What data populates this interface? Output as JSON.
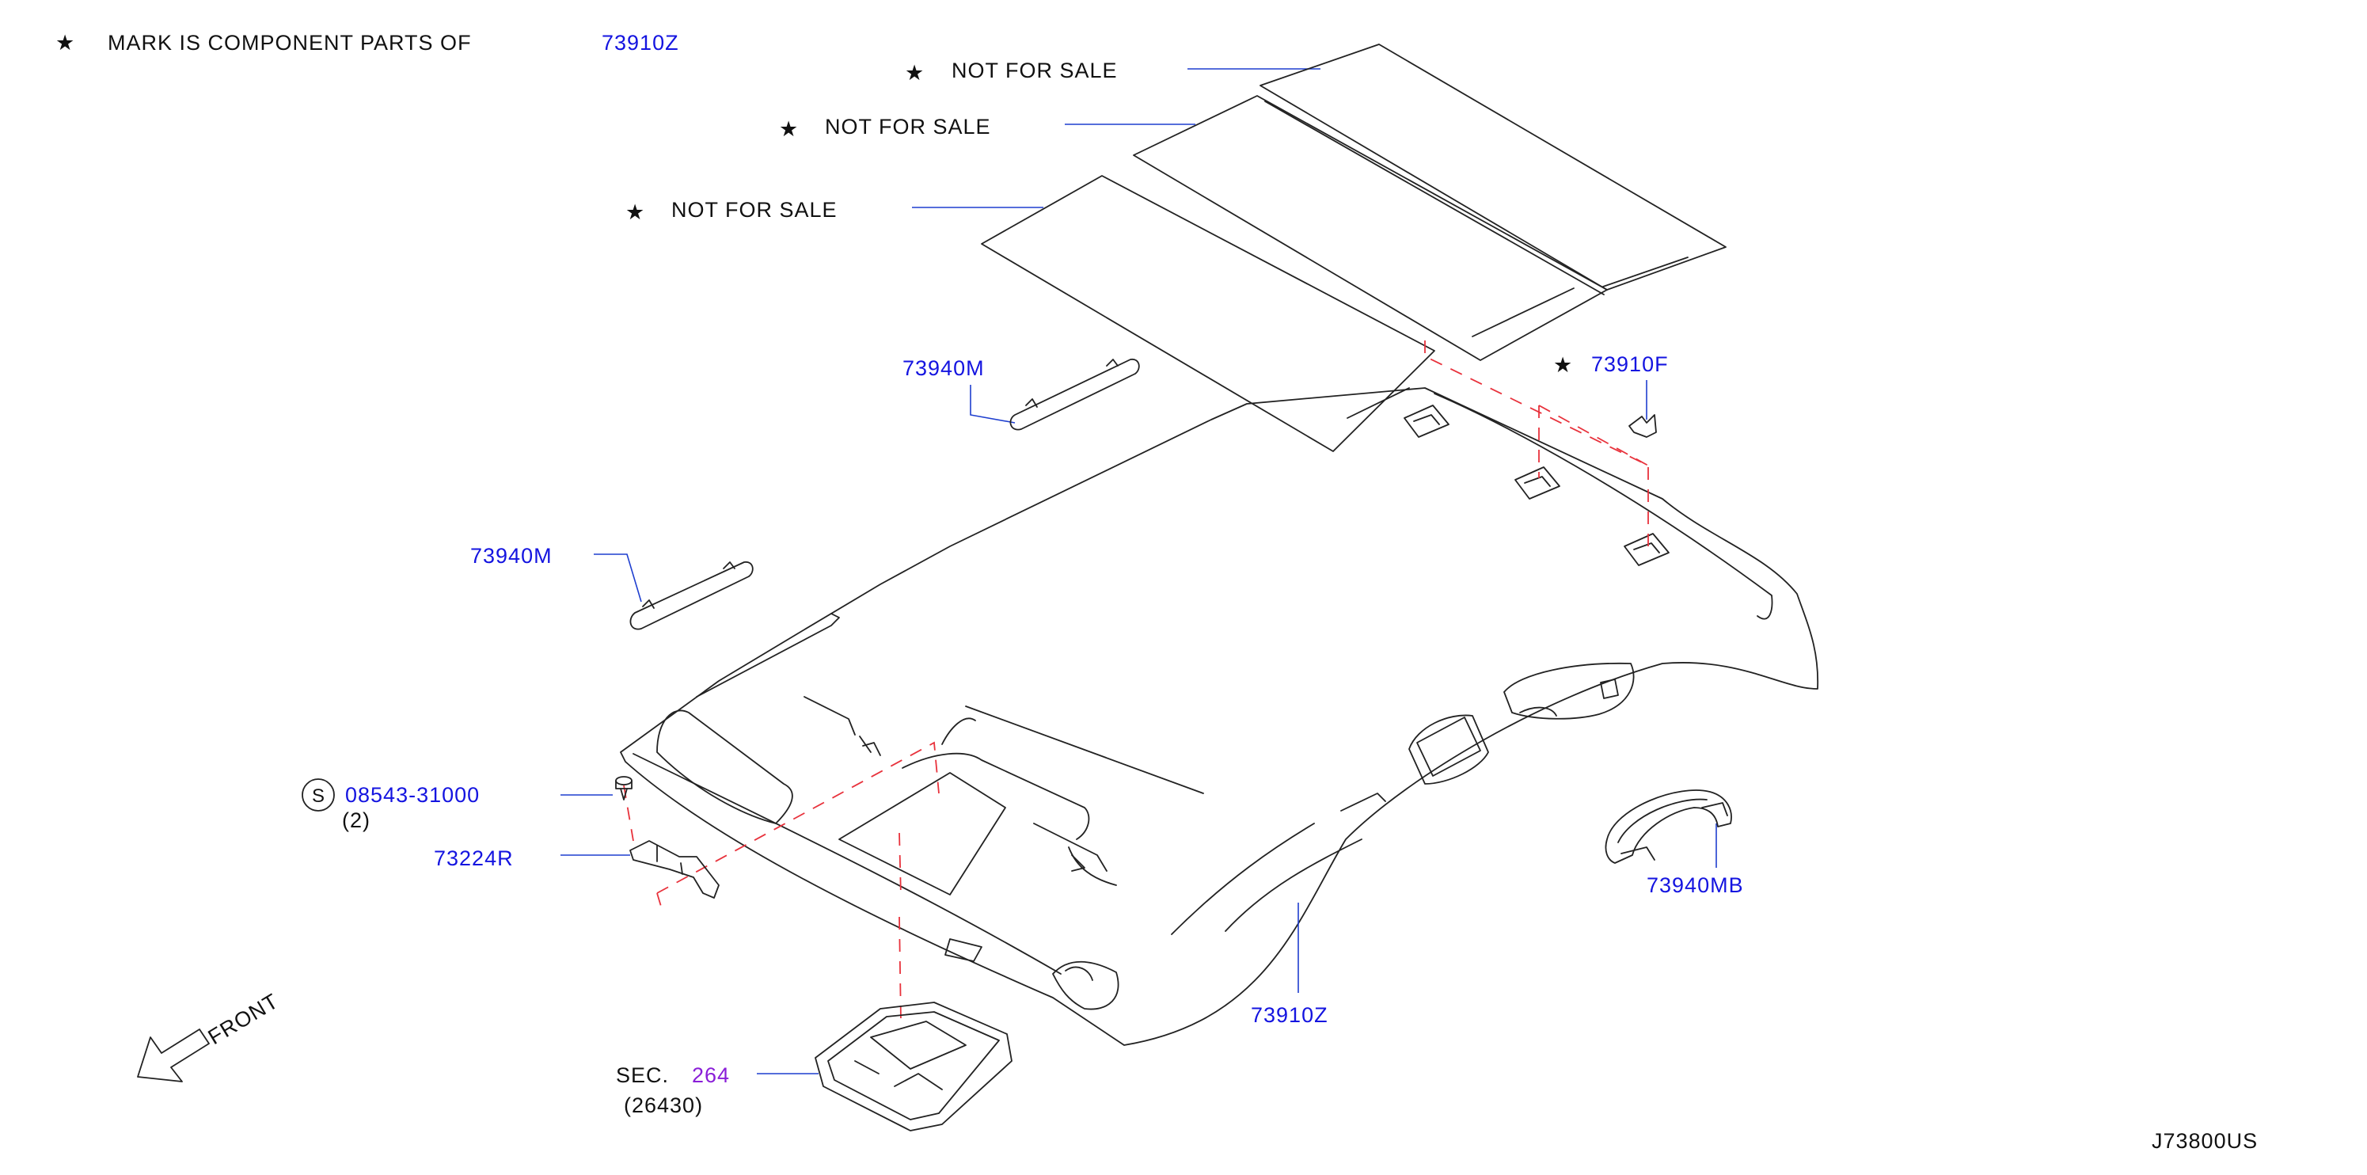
{
  "colors": {
    "part_number": "#1414e0",
    "text": "#111111",
    "section": "#8a1ed8",
    "dash": "#e8323c",
    "leader": "#1f3fcf"
  },
  "note": {
    "star": "★",
    "text": "MARK  IS  COMPONENT  PARTS  OF",
    "ref": "73910Z"
  },
  "not_for_sale": [
    "NOT  FOR  SALE",
    "NOT  FOR  SALE",
    "NOT  FOR  SALE"
  ],
  "parts": {
    "headliner": "73910Z",
    "clip": "73910F",
    "sunvisor_right": "73940M",
    "sunvisor_left": "73940M",
    "screw": "08543-31000",
    "screw_qty": "(2)",
    "screw_symbol": "S",
    "holder": "73224R",
    "grip": "73940MB"
  },
  "section": {
    "prefix": "SEC.",
    "number": "264",
    "sub": "(26430)"
  },
  "front": {
    "label": "FRONT",
    "icon": "front-arrow-icon"
  },
  "diagram_id": "J73800US"
}
